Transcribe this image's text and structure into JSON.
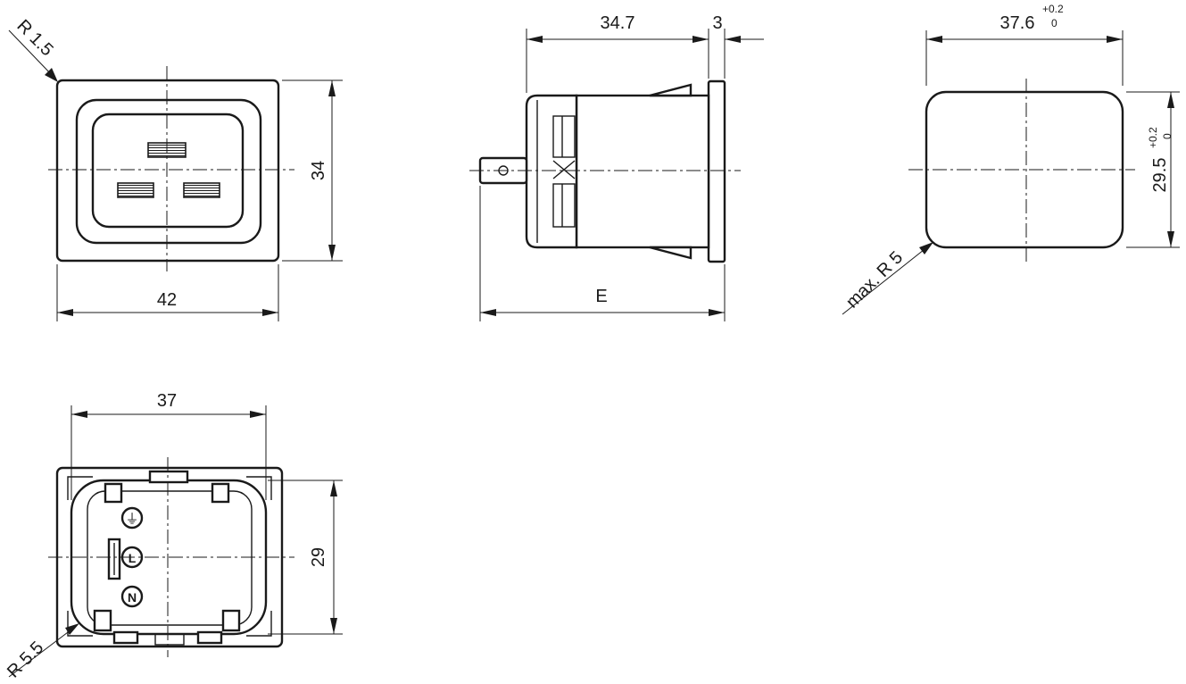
{
  "views": {
    "front": {
      "label": "front-view"
    },
    "side": {
      "label": "side-view"
    },
    "cutout": {
      "label": "panel-cutout"
    },
    "rear": {
      "label": "rear-view"
    }
  },
  "dimensions": {
    "front_radius": "R 1.5",
    "front_width": "42",
    "front_height": "34",
    "side_depth": "34.7",
    "side_flange": "3",
    "side_overall": "E",
    "cutout_width": "37.6",
    "cutout_width_tol_upper": "+0.2",
    "cutout_width_tol_lower": "0",
    "cutout_height": "29.5",
    "cutout_height_tol_upper": "+0.2",
    "cutout_height_tol_lower": "0",
    "cutout_radius": "max. R 5",
    "rear_width": "37",
    "rear_height": "29",
    "rear_radius": "R 5.5"
  },
  "terminal_symbols": {
    "earth": "⏚",
    "line": "L",
    "neutral": "N"
  }
}
